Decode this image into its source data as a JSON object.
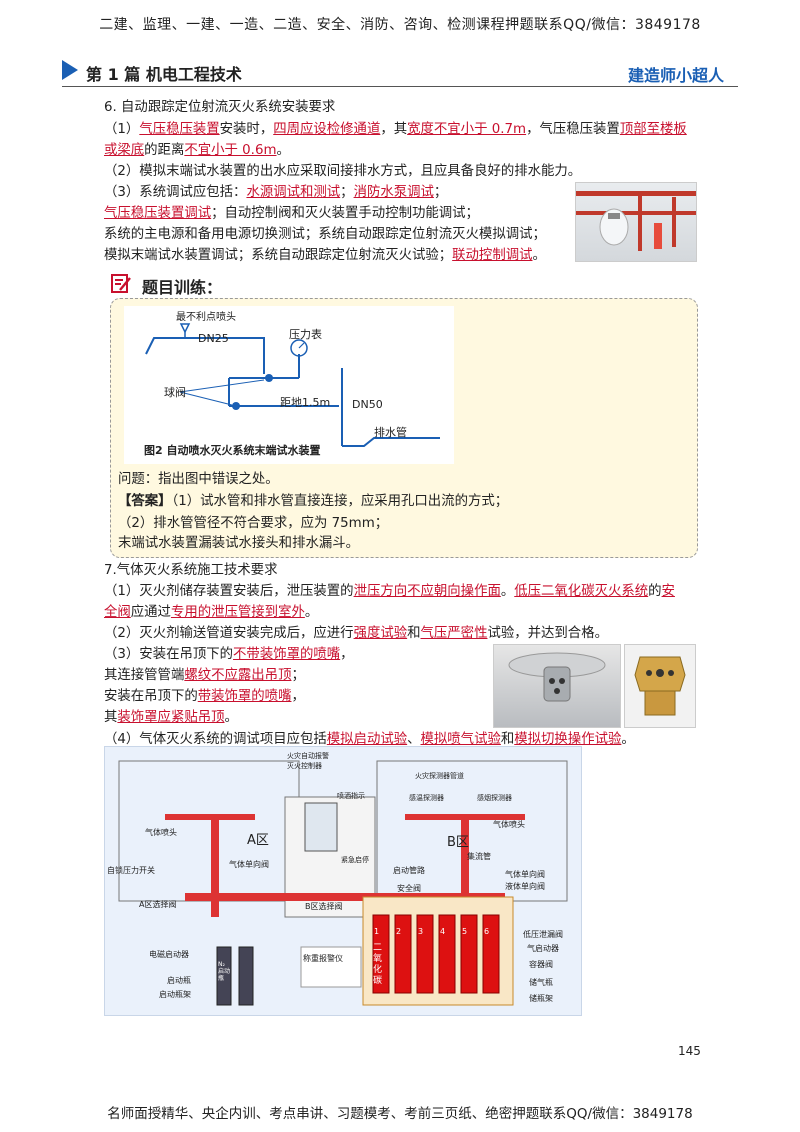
{
  "banner_top": "二建、监理、一建、一造、二造、安全、消防、咨询、检测课程押题联系QQ/微信：3849178",
  "header": {
    "chapter": "第 1 篇  机电工程技术",
    "brand": "建造师小超人"
  },
  "s6": {
    "title": "6. 自动跟踪定位射流灭火系统安装要求",
    "p1": [
      "（1）",
      "气压稳压装置",
      "安装时，",
      "四周应设检修通道",
      "，其",
      "宽度不宜小于 0.7m",
      "，气压稳压装置",
      "顶部至楼板"
    ],
    "p1b": [
      "或梁底",
      "的距离",
      "不宜小于 0.6m",
      "。"
    ],
    "p2": "（2）模拟末端试水装置的出水应采取间接排水方式，且应具备良好的排水能力。",
    "p3": [
      "（3）系统调试应包括：",
      "水源调试和测试",
      "；",
      "消防水泵调试",
      "；"
    ],
    "p3b": [
      "气压稳压装置调试",
      "；自动控制阀和灭火装置手动控制功能调试；"
    ],
    "p3c": "系统的主电源和备用电源切换测试；系统自动跟踪定位射流灭火模拟调试；",
    "p3d": [
      "模拟末端试水装置调试；系统自动跟踪定位射流灭火试验；",
      "联动控制调试",
      "。"
    ]
  },
  "training": {
    "heading": "题目训练：",
    "diagram": {
      "l_head": "最不利点喷头",
      "l_dn25": "DN25",
      "l_gauge": "压力表",
      "l_valve": "球阀",
      "l_height": "距地1.5m",
      "l_dn50": "DN50",
      "l_drain": "排水管",
      "caption": "图2 自动喷水灭火系统末端试水装置"
    },
    "question": "问题：指出图中错误之处。",
    "answer_label": "【答案】",
    "answer1": "（1）试水管和排水管直接连接，应采用孔口出流的方式；",
    "answer2": "（2）排水管管径不符合要求，应为 75mm；",
    "answer3": "末端试水装置漏装试水接头和排水漏斗。"
  },
  "s7": {
    "title": "7.气体灭火系统施工技术要求",
    "p1": [
      "（1）灭火剂储存装置安装后，泄压装置的",
      "泄压方向不应朝向操作面",
      "。",
      "低压二氧化碳灭火系统",
      "的",
      "安"
    ],
    "p1b": [
      "全阀",
      "应通过",
      "专用的泄压管接到室外",
      "。"
    ],
    "p2": [
      "（2）灭火剂输送管道安装完成后，应进行",
      "强度试验",
      "和",
      "气压严密性",
      "试验，并达到合格。"
    ],
    "p3": [
      "（3）安装在吊顶下的",
      "不带装饰罩的喷嘴",
      "，"
    ],
    "p3b": [
      "其连接管管端",
      "螺纹不应露出吊顶",
      "；"
    ],
    "p3c": [
      "安装在吊顶下的",
      "带装饰罩的喷嘴",
      "，"
    ],
    "p3d": [
      "其",
      "装饰罩应紧贴吊顶",
      "。"
    ],
    "p4": [
      "（4）气体灭火系统的调试项目应包括",
      "模拟启动试验",
      "、",
      "模拟喷气试验",
      "和",
      "模拟切换操作试验",
      "。"
    ]
  },
  "gas_diagram": {
    "controller": "火灾自动报警\n灭火控制器",
    "spray_indicator": "喷洒指示",
    "detector_line": "火灾探测器管道",
    "smoke_detector": "感温探测器",
    "heat_detector": "感烟探测器",
    "nozzle_left": "气体喷头",
    "nozzle_right": "气体喷头",
    "zone_a": "A区",
    "zone_b": "B区",
    "emergency": "紧急启停",
    "pressure_switch": "自锁压力开关",
    "check_valve": "气体单向阀",
    "start_line": "启动管路",
    "manifold": "集流管",
    "gas_check": "气体单向阀",
    "liquid_check": "液体单向阀",
    "safety_valve": "安全阀",
    "a_select": "A区选择阀",
    "b_select": "B区选择阀",
    "solenoid": "电磁启动器",
    "start_bottle": "启动瓶",
    "start_rack": "启动瓶架",
    "weigh_alarm": "称重报警仪",
    "n2": "N₂启动瓶",
    "cylinder_labels": [
      "1",
      "2",
      "3",
      "4",
      "5",
      "6"
    ],
    "cylinder_text": "二氧化碳",
    "low_leak": "低压泄漏阀",
    "gas_starter": "气启动器",
    "container_valve": "容器阀",
    "storage_bottle": "储气瓶",
    "storage_rack": "储瓶架"
  },
  "page_number": "145",
  "footer": "名师面授精华、央企内训、考点串讲、习题模考、考前三页纸、绝密押题联系QQ/微信：3849178"
}
